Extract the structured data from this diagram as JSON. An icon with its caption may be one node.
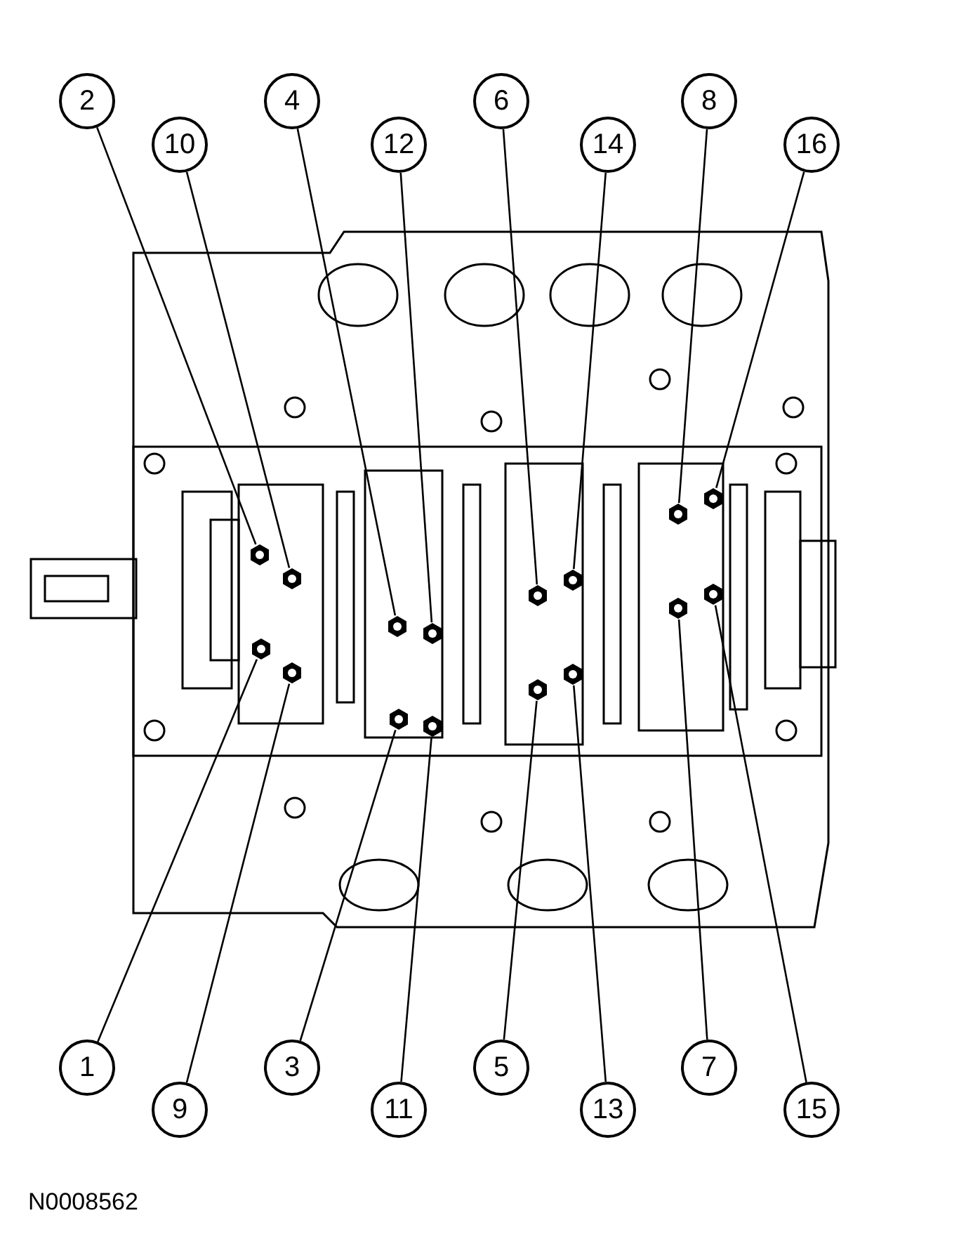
{
  "diagram": {
    "nodes": [
      {
        "text": [
          "2"
        ]
      },
      {
        "text": [
          "10"
        ]
      },
      {
        "text": [
          "4"
        ]
      },
      {
        "text": [
          "12"
        ]
      },
      {
        "text": [
          "6"
        ]
      },
      {
        "text": [
          "14"
        ]
      },
      {
        "text": [
          "8"
        ]
      },
      {
        "text": [
          "16"
        ]
      },
      {
        "text": [
          "1"
        ]
      },
      {
        "text": [
          "9"
        ]
      },
      {
        "text": [
          "3"
        ]
      },
      {
        "text": [
          "11"
        ]
      },
      {
        "text": [
          "5"
        ]
      },
      {
        "text": [
          "13"
        ]
      },
      {
        "text": [
          "7"
        ]
      },
      {
        "text": [
          "15"
        ]
      },
      {
        "text": [],
        "shape": "picture"
      },
      {
        "text": [],
        "shape": "picture"
      },
      {
        "text": [],
        "shape": "picture"
      },
      {
        "text": [],
        "shape": "picture"
      },
      {
        "text": [],
        "shape": "picture"
      },
      {
        "text": [],
        "shape": "picture"
      },
      {
        "text": [],
        "shape": "picture"
      },
      {
        "text": [],
        "shape": "picture"
      },
      {
        "text": [],
        "shape": "picture"
      },
      {
        "text": [],
        "shape": "picture"
      },
      {
        "text": [],
        "shape": "picture"
      },
      {
        "text": [],
        "shape": "picture"
      },
      {
        "text": [],
        "shape": "picture"
      },
      {
        "text": [],
        "shape": "picture"
      },
      {
        "text": [],
        "shape": "picture"
      },
      {
        "text": [],
        "shape": "picture"
      }
    ],
    "edges": [
      {
        "from": 0,
        "to": 16,
        "arrow": "none"
      },
      {
        "from": 1,
        "to": 17,
        "arrow": "none"
      },
      {
        "from": 2,
        "to": 18,
        "arrow": "none"
      },
      {
        "from": 3,
        "to": 19,
        "arrow": "none"
      },
      {
        "from": 4,
        "to": 20,
        "arrow": "none"
      },
      {
        "from": 5,
        "to": 21,
        "arrow": "none"
      },
      {
        "from": 6,
        "to": 22,
        "arrow": "none"
      },
      {
        "from": 7,
        "to": 23,
        "arrow": "none"
      },
      {
        "from": 8,
        "to": 24,
        "arrow": "none"
      },
      {
        "from": 9,
        "to": 25,
        "arrow": "none"
      },
      {
        "from": 10,
        "to": 26,
        "arrow": "none"
      },
      {
        "from": 11,
        "to": 27,
        "arrow": "none"
      },
      {
        "from": 12,
        "to": 28,
        "arrow": "none"
      },
      {
        "from": 13,
        "to": 29,
        "arrow": "none"
      },
      {
        "from": 14,
        "to": 30,
        "arrow": "none"
      },
      {
        "from": 15,
        "to": 31,
        "arrow": "none"
      }
    ],
    "labels": [
      "N0008562"
    ]
  }
}
